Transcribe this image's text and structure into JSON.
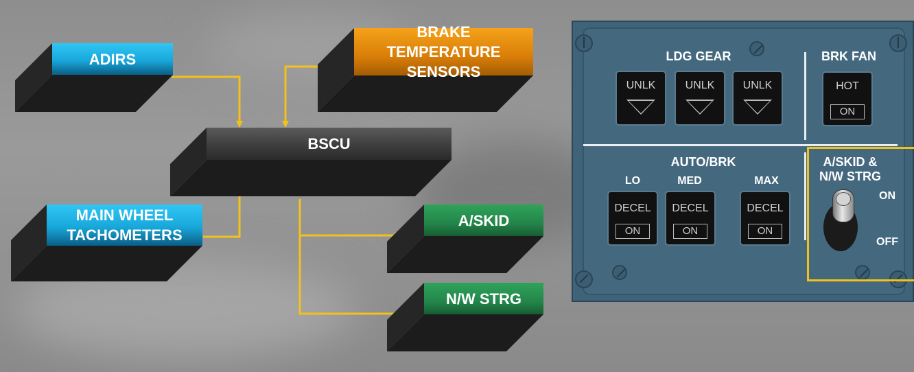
{
  "diagram": {
    "blocks": {
      "adirs": "ADIRS",
      "brake_sensors": "BRAKE\nTEMPERATURE\nSENSORS",
      "bscu": "BSCU",
      "tachometers": "MAIN WHEEL\nTACHOMETERS",
      "askid": "A/SKID",
      "nw_strg": "N/W STRG"
    },
    "colors": {
      "wire": "#f2c21a",
      "adirs": "#19a7da",
      "brake_sensors": "#d97e08",
      "bscu": "#3e3e3e",
      "outputs": "#23854a"
    }
  },
  "panel": {
    "ldg_gear_title": "LDG GEAR",
    "brk_fan_title": "BRK FAN",
    "autobrk_title": "AUTO/BRK",
    "askid_title": "A/SKID &\nN/W STRG",
    "ldg_gear_buttons": [
      "UNLK",
      "UNLK",
      "UNLK"
    ],
    "brk_fan_button": {
      "label": "HOT",
      "state": "ON"
    },
    "autobrk_levels": [
      "LO",
      "MED",
      "MAX"
    ],
    "autobrk_button": {
      "label": "DECEL",
      "state": "ON"
    },
    "switch_on": "ON",
    "switch_off": "OFF",
    "highlight_color": "#f2c21a"
  }
}
